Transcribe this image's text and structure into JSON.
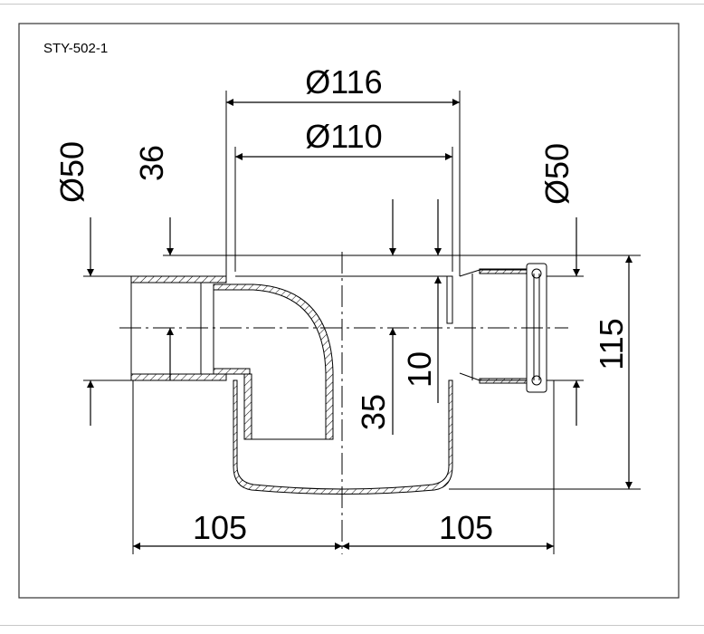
{
  "drawing": {
    "model_code": "STY-502-1",
    "dimensions": {
      "outer_diameter_top": "Ø116",
      "inner_diameter_top": "Ø110",
      "inlet_diameter": "Ø50",
      "outlet_diameter": "Ø50",
      "inlet_offset": "36",
      "water_seal_depth": "35",
      "outlet_offset": "10",
      "total_height": "115",
      "left_length": "105",
      "right_length": "105"
    }
  }
}
